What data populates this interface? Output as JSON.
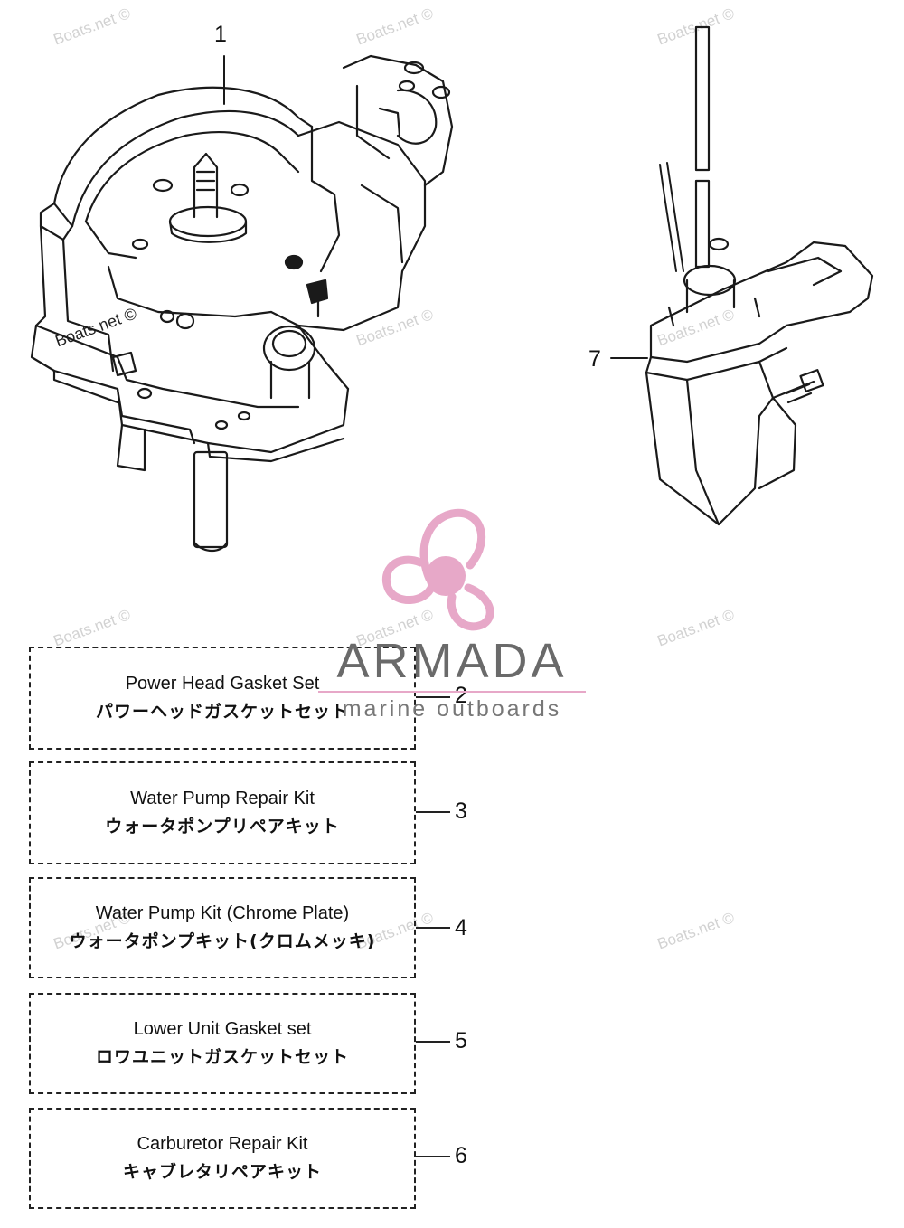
{
  "watermark_text": "Boats.net ©",
  "logo": {
    "title": "ARMADA",
    "subtitle": "marine outboards",
    "accent_color": "#e7a8c8"
  },
  "callouts": {
    "c1": "1",
    "c2": "2",
    "c3": "3",
    "c4": "4",
    "c5": "5",
    "c6": "6",
    "c7": "7"
  },
  "kits": [
    {
      "en": "Power Head Gasket Set",
      "ja": "パワーヘッドガスケットセット"
    },
    {
      "en": "Water Pump Repair Kit",
      "ja": "ウォータポンプリペアキット"
    },
    {
      "en": "Water Pump Kit (Chrome Plate)",
      "ja": "ウォータポンプキット(クロムメッキ)"
    },
    {
      "en": "Lower Unit Gasket set",
      "ja": "ロワユニットガスケットセット"
    },
    {
      "en": "Carburetor Repair Kit",
      "ja": "キャブレタリペアキット"
    }
  ]
}
